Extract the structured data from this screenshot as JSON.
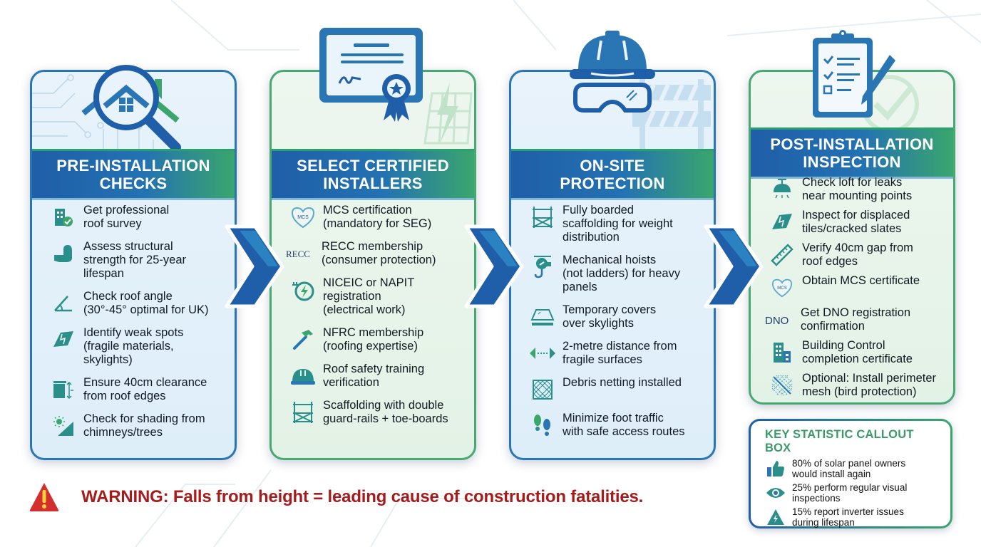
{
  "colors": {
    "primary_blue": "#2a76b5",
    "dark_blue": "#1f5ea8",
    "accent_green": "#3aa66c",
    "teal_icon": "#2a8f8a",
    "warning_red": "#a51c1c",
    "warning_icon": "#d32f2f",
    "warning_exclaim": "#f5d13b"
  },
  "cards": [
    {
      "id": "pre-installation",
      "hero_icon": "house-magnifier-icon",
      "title": "PRE-INSTALLATION\nCHECKS",
      "theme": "blue",
      "items": [
        {
          "icon": "building-check-icon",
          "text": "Get professional\nroof survey"
        },
        {
          "icon": "flexed-arm-icon",
          "text": "Assess structural\nstrength for 25-year\nlifespan"
        },
        {
          "icon": "angle-icon",
          "text": "Check roof angle\n(30°-45° optimal for UK)"
        },
        {
          "icon": "cracked-tile-icon",
          "text": "Identify weak spots\n(fragile materials,\nskylights)"
        },
        {
          "icon": "edge-clearance-icon",
          "text": "Ensure 40cm clearance\nfrom roof edges"
        },
        {
          "icon": "sun-shade-icon",
          "text": "Check for shading from\nchimneys/trees"
        }
      ]
    },
    {
      "id": "certified-installers",
      "hero_icon": "certificate-ribbon-icon",
      "title": "SELECT CERTIFIED\nINSTALLERS",
      "theme": "green",
      "items": [
        {
          "icon": "mcs-logo-icon",
          "text": "MCS certification\n(mandatory for SEG)"
        },
        {
          "icon": "recc-logo-icon",
          "text": "RECC membership\n(consumer protection)"
        },
        {
          "icon": "plug-bolt-icon",
          "text": "NICEIC or NAPIT\nregistration\n(electrical work)"
        },
        {
          "icon": "hammer-icon",
          "text": "NFRC membership\n(roofing expertise)"
        },
        {
          "icon": "hard-hat-icon",
          "text": "Roof safety training\nverification"
        },
        {
          "icon": "scaffolding-icon",
          "text": "Scaffolding with double\nguard-rails + toe-boards"
        }
      ]
    },
    {
      "id": "on-site-protection",
      "hero_icon": "hardhat-goggles-icon",
      "title": "ON-SITE\nPROTECTION",
      "theme": "blue",
      "items": [
        {
          "icon": "scaffolding-icon",
          "text": "Fully boarded\nscaffolding for weight\ndistribution"
        },
        {
          "icon": "hoist-hook-icon",
          "text": "Mechanical hoists\n(not ladders) for heavy\npanels"
        },
        {
          "icon": "skylight-cover-icon",
          "text": "Temporary covers\nover skylights"
        },
        {
          "icon": "distance-arrows-icon",
          "text": "2-metre distance from\nfragile surfaces"
        },
        {
          "icon": "netting-icon",
          "text": "Debris netting installed"
        },
        {
          "icon": "footprints-icon",
          "text": "Minimize foot traffic\nwith safe access routes"
        }
      ]
    },
    {
      "id": "post-installation",
      "hero_icon": "clipboard-pen-icon",
      "title": "POST-INSTALLATION\nINSPECTION",
      "theme": "green",
      "items": [
        {
          "icon": "ceiling-lamp-icon",
          "text": "Check loft for leaks\nnear mounting points"
        },
        {
          "icon": "cracked-tile-icon",
          "text": "Inspect for displaced\ntiles/cracked slates"
        },
        {
          "icon": "ruler-icon",
          "text": "Verify 40cm gap from\nroof edges"
        },
        {
          "icon": "mcs-logo-icon",
          "text": "Obtain MCS certificate"
        },
        {
          "icon": "dno-logo-icon",
          "text": "Get DNO registration\nconfirmation"
        },
        {
          "icon": "building-icon",
          "text": "Building Control\ncompletion certificate"
        },
        {
          "icon": "mesh-icon",
          "text": "Optional: Install perimeter\nmesh (bird protection)"
        }
      ]
    }
  ],
  "logos": {
    "mcs": "MCS",
    "recc": "RECC",
    "dno": "DNO"
  },
  "warning": {
    "icon": "warning-triangle-icon",
    "text": "WARNING: Falls from height = leading cause of construction fatalities."
  },
  "callout": {
    "title": "KEY STATISTIC CALLOUT BOX",
    "stats": [
      {
        "icon": "thumbs-up-icon",
        "text": "80% of solar panel owners\nwould install again"
      },
      {
        "icon": "eye-icon",
        "text": "25% perform regular visual\ninspections"
      },
      {
        "icon": "warning-bolt-icon",
        "text": "15% report inverter issues\nduring lifespan"
      }
    ]
  }
}
